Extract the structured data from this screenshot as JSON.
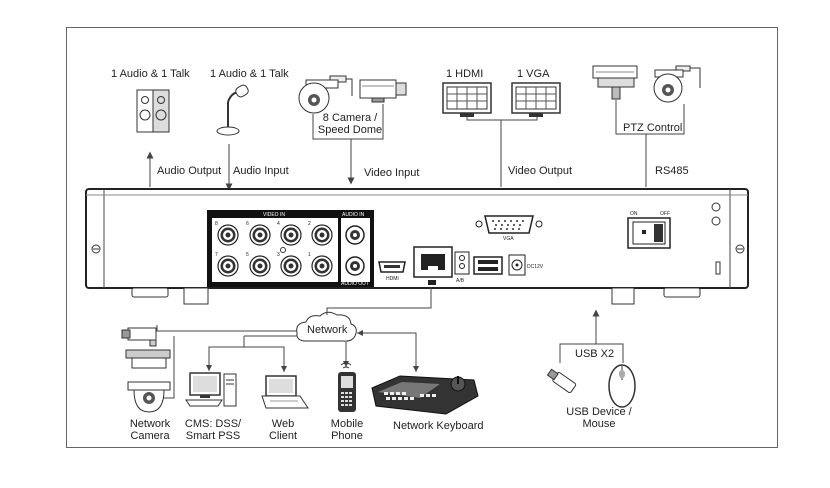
{
  "top": {
    "speaker_label": "1 Audio  & 1 Talk",
    "mic_label": "1 Audio & 1 Talk",
    "camera_label_line1": "8  Camera /",
    "camera_label_line2": "Speed Dome",
    "hdmi_label": "1 HDMI",
    "vga_label": "1 VGA",
    "ptz_label": "PTZ Control",
    "audio_output": "Audio  Output",
    "audio_input": "Audio  Input",
    "video_input": "Video Input",
    "video_output": "Video Output",
    "rs485": "RS485"
  },
  "panel": {
    "video_in": "VIDEO IN",
    "audio_in": "AUDIO IN",
    "audio_out": "AUDIO OUT",
    "hdmi": "HDMI",
    "vga": "VGA",
    "ab": "A/B",
    "dc": "DC12V",
    "on": "ON",
    "off": "OFF",
    "bnc_numbers": [
      "8",
      "6",
      "4",
      "2",
      "7",
      "5",
      "3",
      "1"
    ]
  },
  "bottom": {
    "network": "Network",
    "network_camera_line1": "Network",
    "network_camera_line2": "Camera",
    "cms_line1": "CMS: DSS/",
    "cms_line2": "Smart PSS",
    "web_line1": "Web",
    "web_line2": "Client",
    "mobile_line1": "Mobile",
    "mobile_line2": "Phone",
    "keyboard": "Network Keyboard",
    "usb_x2": "USB X2",
    "usb_device_line1": "USB Device /",
    "usb_device_line2": "Mouse"
  }
}
